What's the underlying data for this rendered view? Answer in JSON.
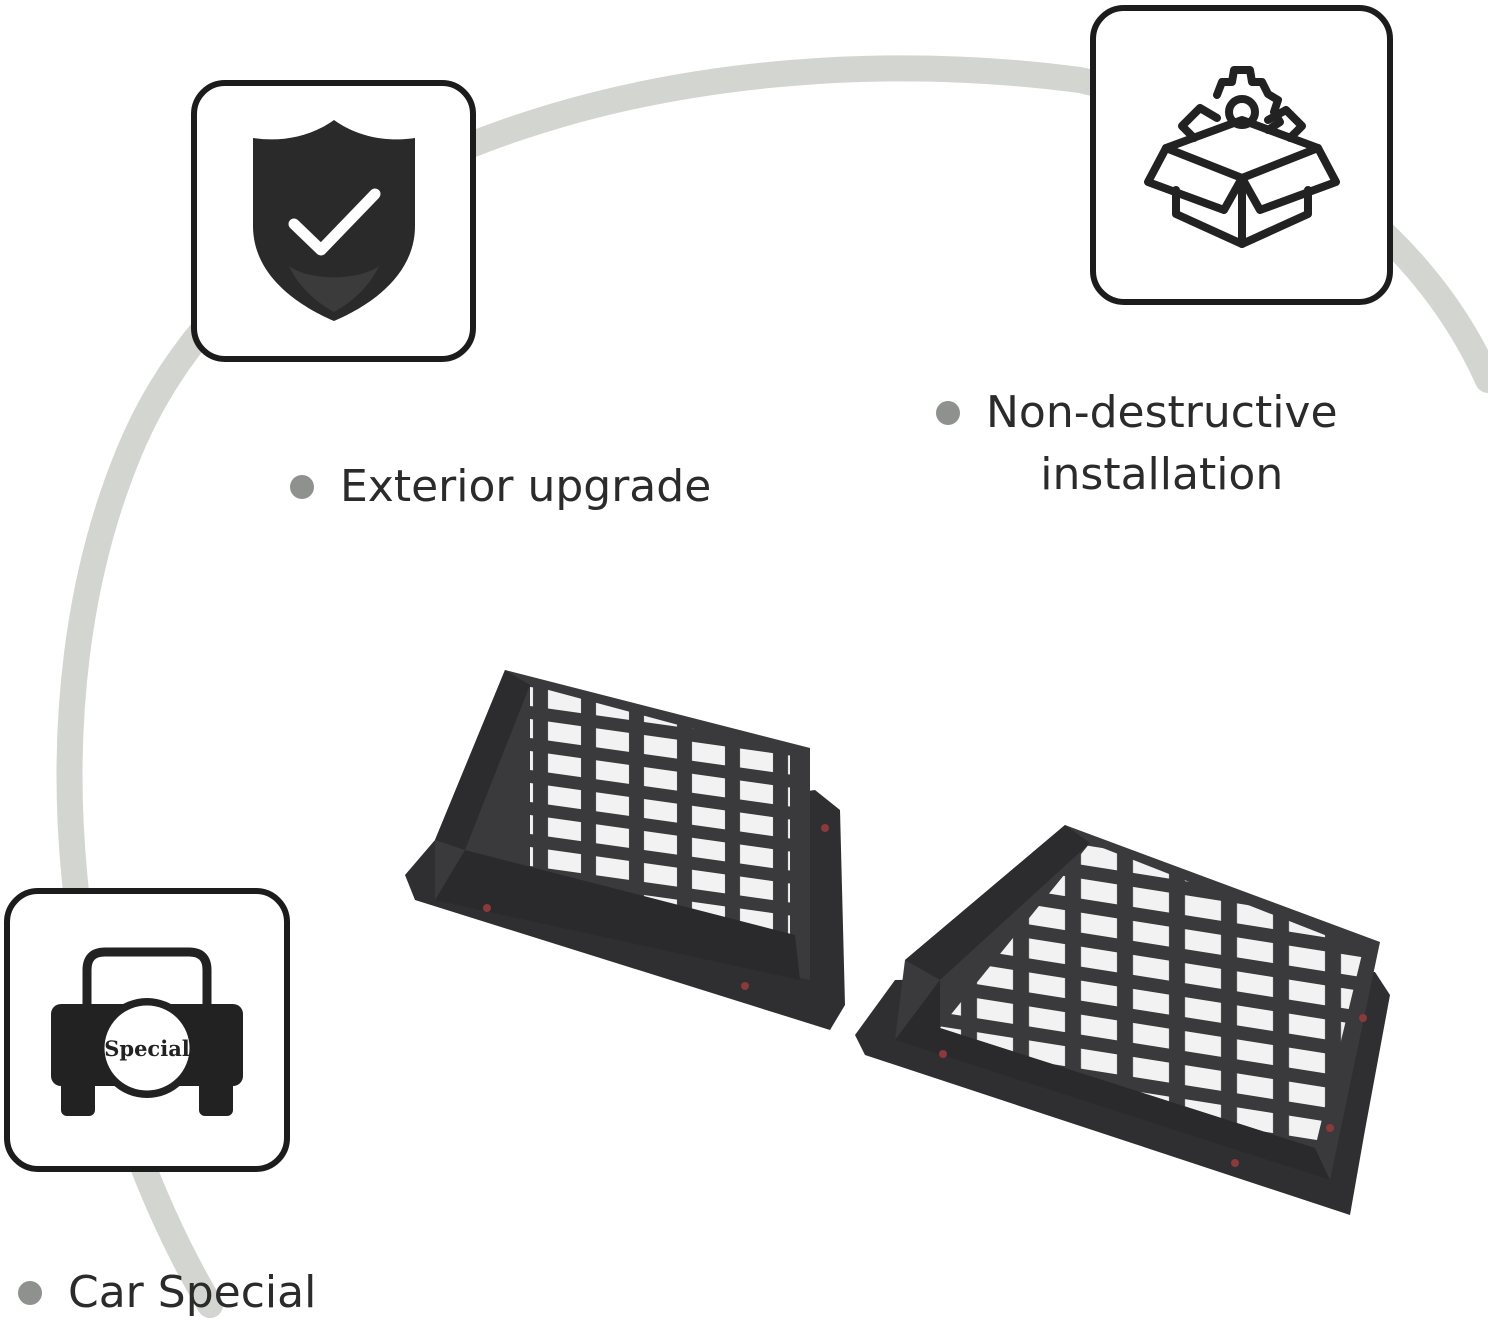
{
  "colors": {
    "arc": "#d2d5d0",
    "icon_border": "#1c1c1c",
    "bullet": "#8e918d",
    "product_metal": "#3a3a3c"
  },
  "features": {
    "exterior": {
      "icon": "shield-check-icon",
      "label": "Exterior upgrade"
    },
    "installation": {
      "icon": "box-gear-icon",
      "label": "Non-destructive\ninstallation"
    },
    "car_special": {
      "icon": "car-special-icon",
      "badge": "Special",
      "label": "Car Special"
    }
  },
  "product": {
    "name": "black-metal-vent-grille-pair"
  }
}
